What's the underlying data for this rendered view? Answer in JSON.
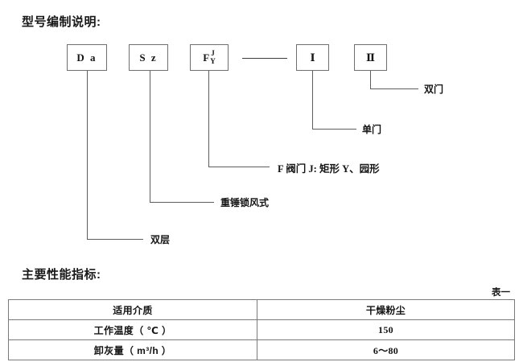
{
  "document": {
    "sections": {
      "model_heading": "型号编制说明:",
      "performance_heading": "主要性能指标:"
    }
  },
  "diagram": {
    "boxes": [
      {
        "id": "box-da",
        "text": "D a"
      },
      {
        "id": "box-sz",
        "text": "S z"
      },
      {
        "id": "box-f",
        "main": "F",
        "sup": "J",
        "sub": "Y"
      },
      {
        "id": "box-i",
        "text": "Ⅰ"
      },
      {
        "id": "box-ii",
        "text": "Ⅱ"
      }
    ],
    "separator": "—",
    "labels": {
      "double_door": "双门",
      "single_door": "单门",
      "valve": "F 阀门 J: 矩形  Y、园形",
      "weight_lock": "重锤锁风式",
      "double_layer": "双层"
    }
  },
  "table": {
    "caption": "表一",
    "rows": [
      {
        "label": "适用介质",
        "value": "干燥粉尘"
      },
      {
        "label": "工作温度（ ℃ ）",
        "value": "150"
      },
      {
        "label": "卸灰量（ m³/h ）",
        "value": "6～80"
      }
    ]
  },
  "colors": {
    "text": "#151515",
    "line": "#5d5d5d",
    "border": "#7a7a7a",
    "background": "#ffffff"
  }
}
